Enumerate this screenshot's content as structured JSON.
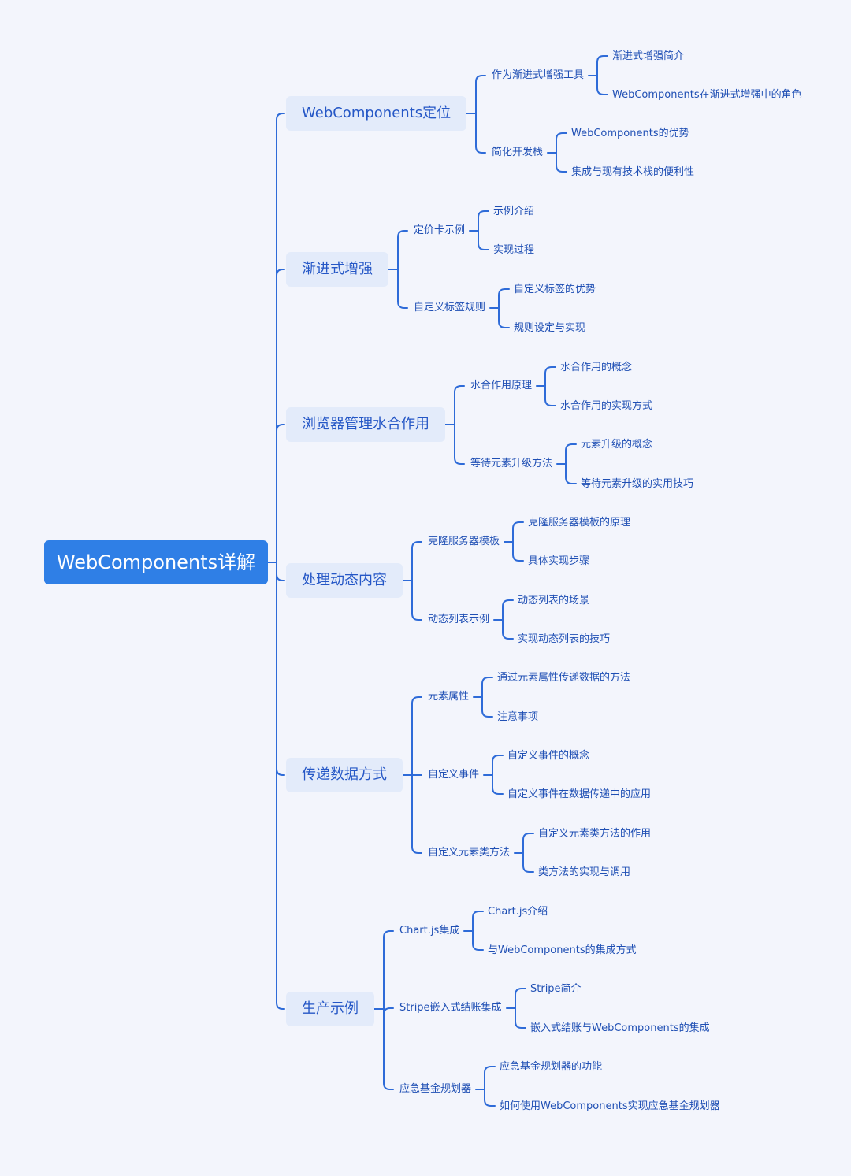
{
  "root": {
    "label": "WebComponents详解"
  },
  "topics": [
    {
      "label": "WebComponents定位",
      "children": [
        {
          "label": "作为渐进式增强工具",
          "children": [
            "渐进式增强简介",
            "WebComponents在渐进式增强中的角色"
          ]
        },
        {
          "label": "简化开发栈",
          "children": [
            "WebComponents的优势",
            "集成与现有技术栈的便利性"
          ]
        }
      ]
    },
    {
      "label": "渐进式增强",
      "children": [
        {
          "label": "定价卡示例",
          "children": [
            "示例介绍",
            "实现过程"
          ]
        },
        {
          "label": "自定义标签规则",
          "children": [
            "自定义标签的优势",
            "规则设定与实现"
          ]
        }
      ]
    },
    {
      "label": "浏览器管理水合作用",
      "children": [
        {
          "label": "水合作用原理",
          "children": [
            "水合作用的概念",
            "水合作用的实现方式"
          ]
        },
        {
          "label": "等待元素升级方法",
          "children": [
            "元素升级的概念",
            "等待元素升级的实用技巧"
          ]
        }
      ]
    },
    {
      "label": "处理动态内容",
      "children": [
        {
          "label": "克隆服务器模板",
          "children": [
            "克隆服务器模板的原理",
            "具体实现步骤"
          ]
        },
        {
          "label": "动态列表示例",
          "children": [
            "动态列表的场景",
            "实现动态列表的技巧"
          ]
        }
      ]
    },
    {
      "label": "传递数据方式",
      "children": [
        {
          "label": "元素属性",
          "children": [
            "通过元素属性传递数据的方法",
            "注意事项"
          ]
        },
        {
          "label": "自定义事件",
          "children": [
            "自定义事件的概念",
            "自定义事件在数据传递中的应用"
          ]
        },
        {
          "label": "自定义元素类方法",
          "children": [
            "自定义元素类方法的作用",
            "类方法的实现与调用"
          ]
        }
      ]
    },
    {
      "label": "生产示例",
      "children": [
        {
          "label": "Chart.js集成",
          "children": [
            "Chart.js介绍",
            "与WebComponents的集成方式"
          ]
        },
        {
          "label": "Stripe嵌入式结账集成",
          "children": [
            "Stripe简介",
            "嵌入式结账与WebComponents的集成"
          ]
        },
        {
          "label": "应急基金规划器",
          "children": [
            "应急基金规划器的功能",
            "如何使用WebComponents实现应急基金规划器"
          ]
        }
      ]
    }
  ]
}
